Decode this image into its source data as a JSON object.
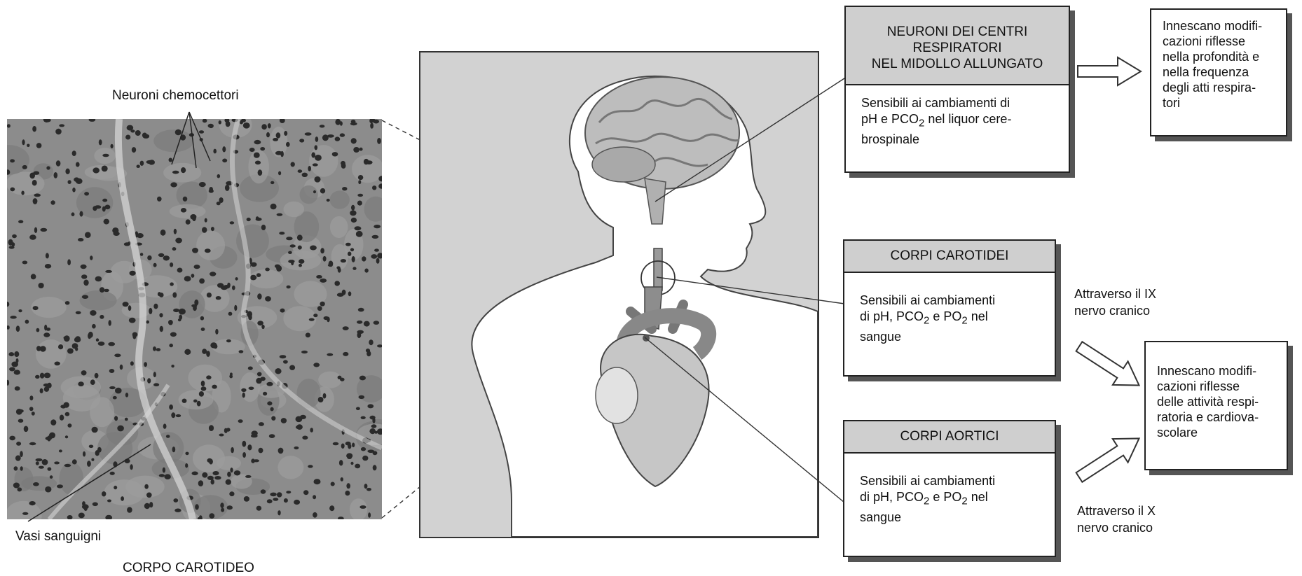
{
  "micrograph": {
    "chemoreceptor_label": "Neuroni chemocettori",
    "vessels_label": "Vasi sanguigni",
    "caption": "CORPO CAROTIDEO"
  },
  "boxes": {
    "medulla": {
      "header_line1": "NEURONI DEI CENTRI",
      "header_line2": "RESPIRATORI",
      "header_line3": "NEL MIDOLLO ALLUNGATO",
      "body_line1": "Sensibili ai cambiamenti di",
      "body_line2_a": "pH e PCO",
      "body_line2_sub": "2",
      "body_line2_b": " nel liquor cere-",
      "body_line3": "brospinale"
    },
    "carotid": {
      "header": "CORPI CAROTIDEI",
      "body_line1": "Sensibili ai cambiamenti",
      "body_line2_a": "di pH, PCO",
      "body_line2_sub1": "2",
      "body_line2_b": " e PO",
      "body_line2_sub2": "2",
      "body_line2_c": " nel",
      "body_line3": "sangue"
    },
    "aortic": {
      "header": "CORPI AORTICI",
      "body_line1": "Sensibili ai cambiamenti",
      "body_line2_a": "di pH, PCO",
      "body_line2_sub1": "2",
      "body_line2_b": " e PO",
      "body_line2_sub2": "2",
      "body_line2_c": " nel",
      "body_line3": "sangue"
    }
  },
  "results": {
    "top": [
      "Innescano modifi-",
      "cazioni riflesse",
      "nella profondità e",
      "nella frequenza",
      "degli atti respira-",
      "tori"
    ],
    "bottom": [
      "Innescano modifi-",
      "cazioni riflesse",
      "delle attività respi-",
      "ratoria e cardiova-",
      "scolare"
    ]
  },
  "nerves": {
    "ix_line1": "Attraverso il IX",
    "ix_line2": "nervo cranico",
    "x_line1": "Attraverso il X",
    "x_line2": "nervo cranico"
  }
}
